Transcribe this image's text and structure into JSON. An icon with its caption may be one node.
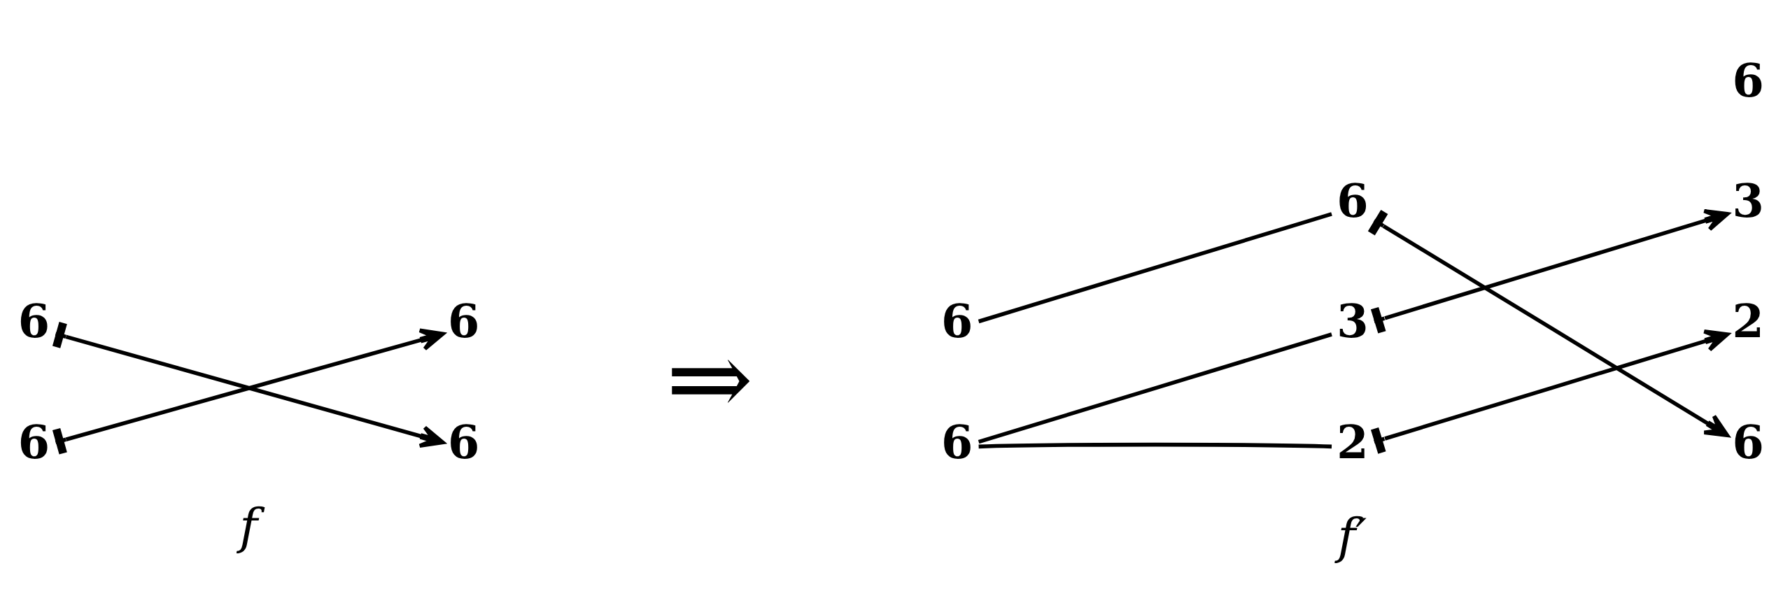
{
  "diagram": {
    "nodes": [
      {
        "text": [
          "6"
        ]
      },
      {
        "text": [
          "6"
        ]
      },
      {
        "text": [
          "6"
        ]
      },
      {
        "text": [
          "6"
        ]
      },
      {
        "text": [
          "6"
        ]
      },
      {
        "text": [
          "6"
        ]
      },
      {
        "text": [
          "3"
        ]
      },
      {
        "text": [
          "6"
        ]
      },
      {
        "text": [
          "3"
        ]
      },
      {
        "text": [
          "2"
        ]
      },
      {
        "text": [
          "6"
        ]
      },
      {
        "text": [
          "2"
        ]
      },
      {
        "text": [
          "6"
        ]
      }
    ],
    "edges": [
      {
        "from": 0,
        "to": 3,
        "arrow": "to"
      },
      {
        "from": 2,
        "to": 1,
        "arrow": "to"
      },
      {
        "from": 7,
        "to": 5,
        "arrow": "none"
      },
      {
        "from": 10,
        "to": 8,
        "arrow": "none"
      },
      {
        "from": 10,
        "to": 11,
        "arrow": "none"
      },
      {
        "from": 5,
        "to": 12,
        "arrow": "to"
      },
      {
        "from": 8,
        "to": 6,
        "arrow": "to"
      },
      {
        "from": 11,
        "to": 9,
        "arrow": "to"
      }
    ],
    "labels": [
      "f",
      "⇒",
      "f′"
    ]
  }
}
